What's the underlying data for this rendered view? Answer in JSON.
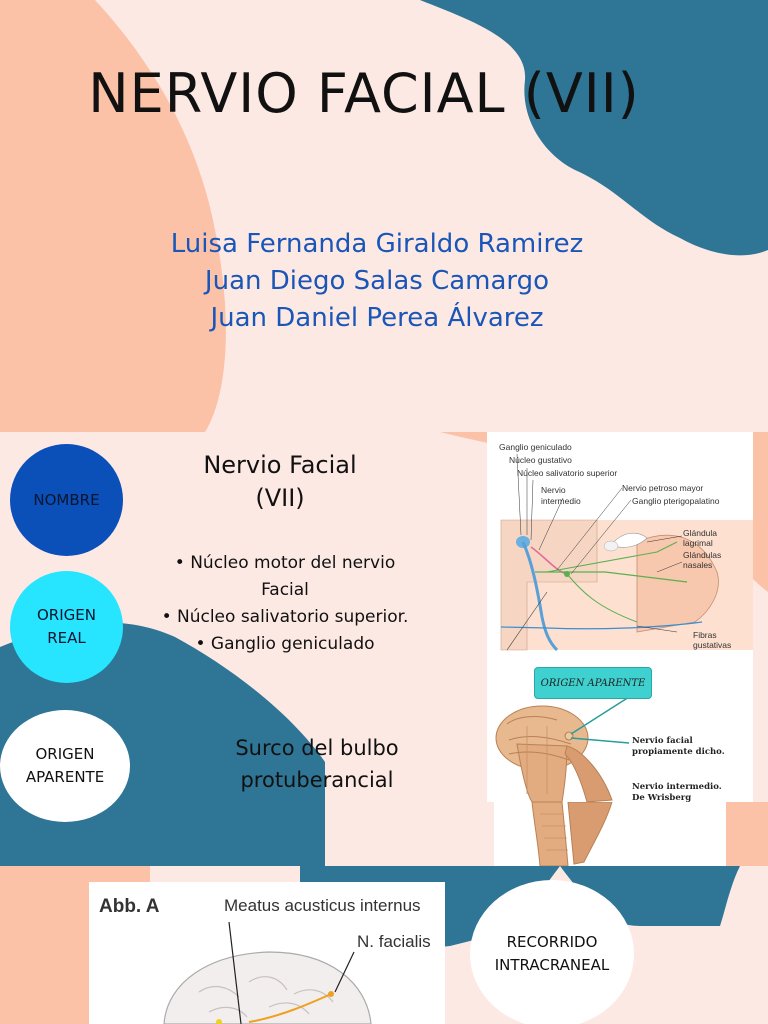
{
  "slide1": {
    "title": "NERVIO FACIAL (VII)",
    "authors": [
      "Luisa Fernanda Giraldo Ramirez",
      "Juan Diego Salas Camargo",
      "Juan Daniel Perea Álvarez"
    ]
  },
  "slide2": {
    "circles": {
      "nombre": "NOMBRE",
      "origen_real": [
        "ORIGEN",
        "REAL"
      ],
      "origen_aparente": [
        "ORIGEN",
        "APARENTE"
      ]
    },
    "nerve_title": [
      "Nervio Facial",
      "(VII)"
    ],
    "bullets": [
      "• Núcleo motor del nervio Facial",
      "• Núcleo salivatorio superior.",
      "• Ganglio geniculado"
    ],
    "surco": [
      "Surco del bulbo",
      "protuberancial"
    ],
    "diagram_labels": {
      "ganglio_geniculado": "Ganglio geniculado",
      "nucleo_gustativo": "Núcleo gustativo",
      "nucleo_salivatorio": "Núcleo salivatorio superior",
      "nervio": "Nervio",
      "intermedio": "intermedio",
      "nervio_petroso": "Nervio petroso mayor",
      "ganglio_pterigo": "Ganglio pterigopalatino",
      "glandula": "Glándula",
      "lagrimal": "lagrimal",
      "glandulas": "Glándulas",
      "nasales": "nasales",
      "fibras": "Fibras",
      "gustativas": "gustativas"
    },
    "badge": "ORIGEN APARENTE",
    "brainstem_labels": {
      "facial_1": "Nervio facial",
      "facial_2": "propiamente dicho.",
      "intermedio_1": "Nervio intermedio.",
      "intermedio_2": "De Wrisberg"
    }
  },
  "slide3": {
    "abb_title": "Abb. A",
    "meatus": "Meatus acusticus internus",
    "facialis": "N. facialis",
    "recorrido": [
      "RECORRIDO",
      "INTRACRANEAL"
    ]
  },
  "colors": {
    "background": "#fde9e3",
    "salmon": "#fbc2a8",
    "teal": "#2e7596",
    "author_blue": "#1a56b8",
    "nombre_circle": "#0b4fb8",
    "origen_real_circle": "#27e4ff"
  }
}
